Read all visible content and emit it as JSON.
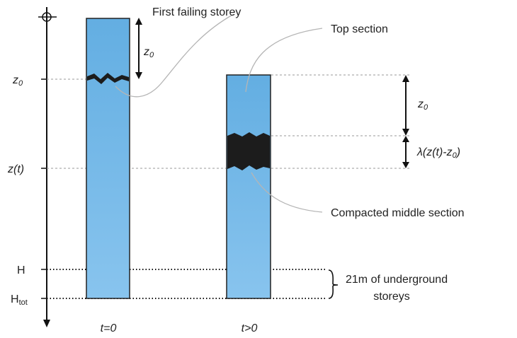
{
  "labels": {
    "first_failing": "First failing storey",
    "top_section": "Top section",
    "compacted": "Compacted middle section",
    "underground_line1": "21m of underground",
    "underground_line2": "storeys",
    "z0_symbol": "z",
    "z0_sub": "0",
    "zt": "z(t)",
    "H": "H",
    "Htot_main": "H",
    "Htot_sub": "tot",
    "lambda_main": "λ(z(t)-z",
    "lambda_sub": "0",
    "lambda_close": ")",
    "t0": "t=0",
    "tpos": "t>0"
  },
  "colors": {
    "column_top": "#63aee2",
    "column_bottom": "#87c3ed",
    "debris": "#1c1c1c",
    "guide": "#999999",
    "axis": "#111111",
    "callout": "#b5b5b5"
  }
}
